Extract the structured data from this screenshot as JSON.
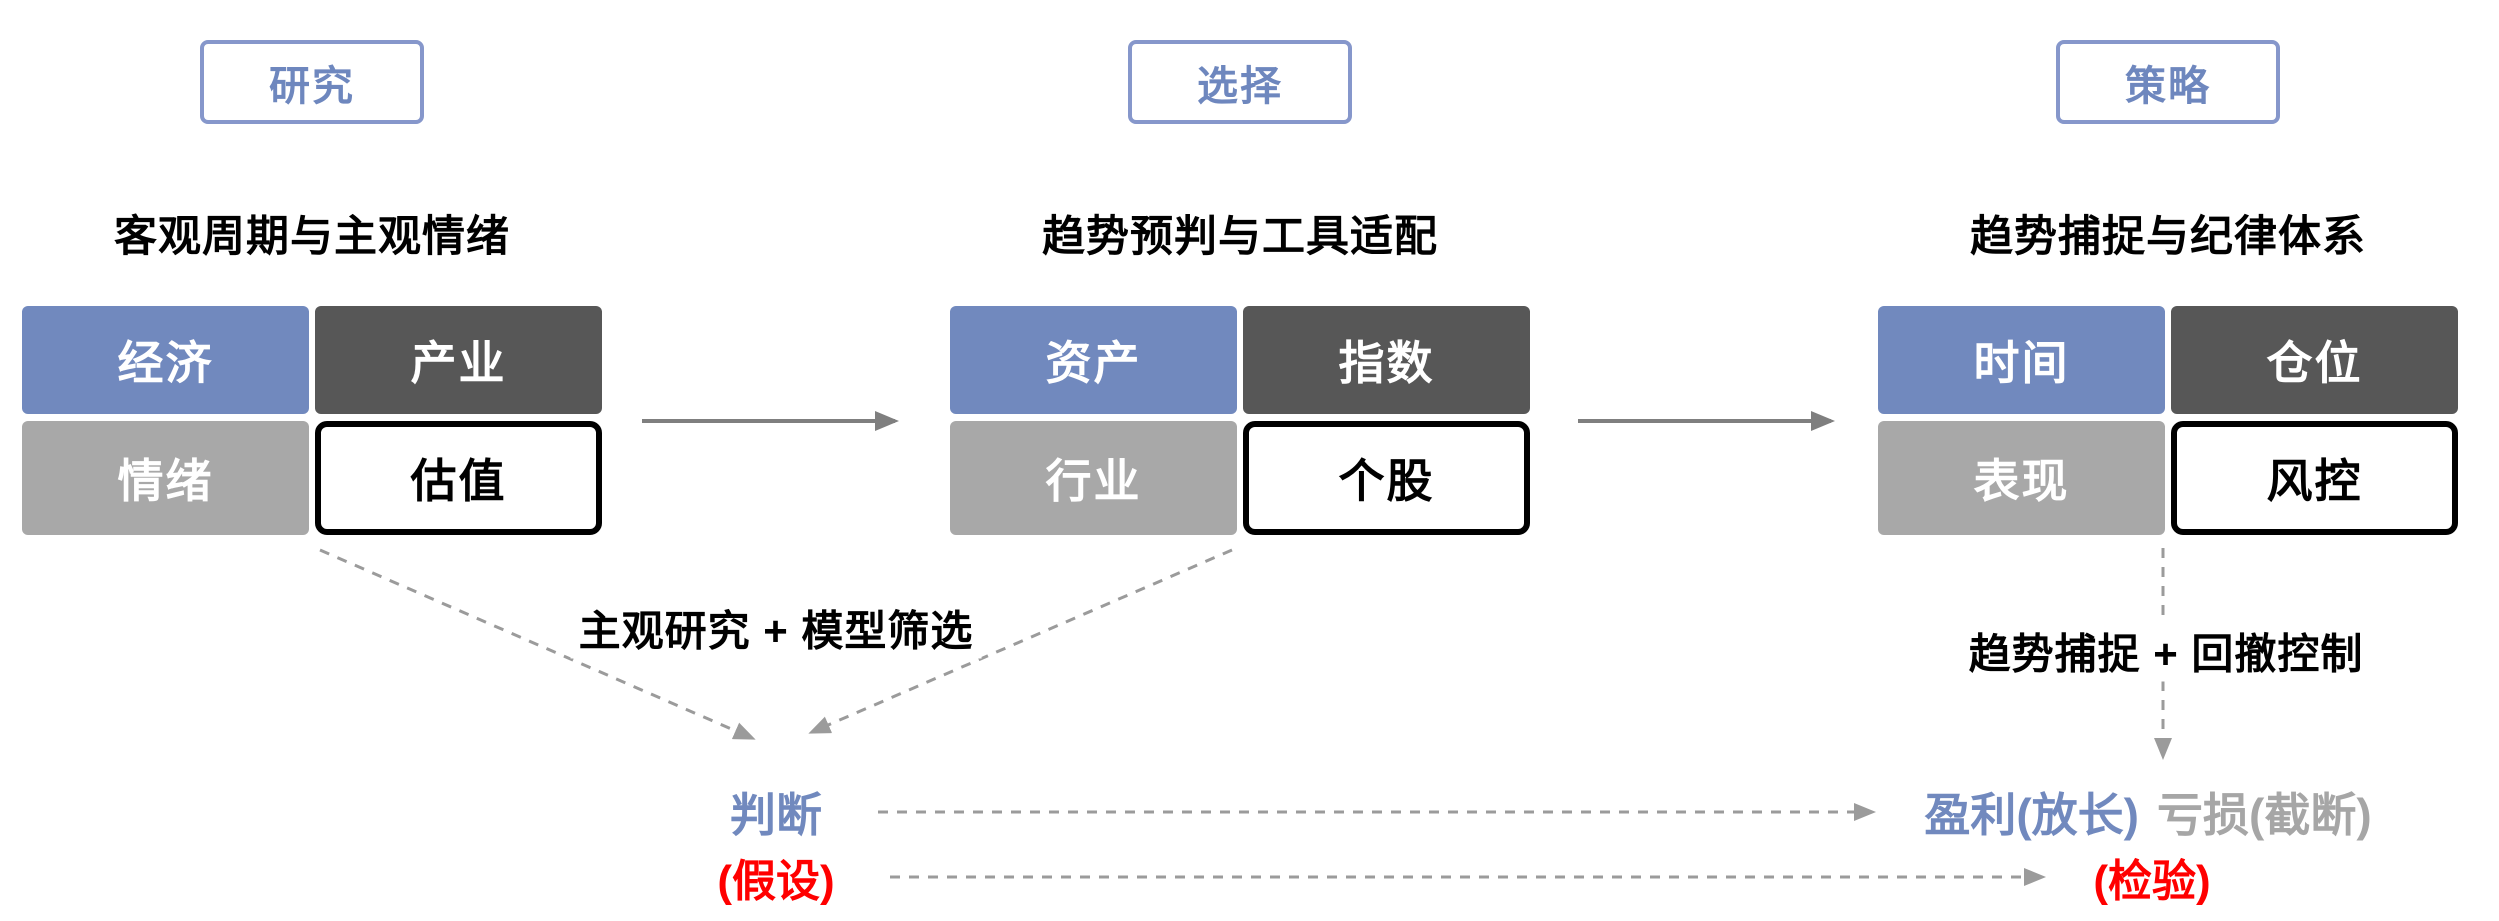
{
  "stages": [
    {
      "badge": "研究",
      "subtitle": "客观周期与主观情绪",
      "boxes": [
        {
          "label": "经济",
          "style": "blue"
        },
        {
          "label": "产业",
          "style": "dark"
        },
        {
          "label": "情绪",
          "style": "light"
        },
        {
          "label": "估值",
          "style": "outline"
        }
      ]
    },
    {
      "badge": "选择",
      "subtitle": "趋势预判与工具适配",
      "boxes": [
        {
          "label": "资产",
          "style": "blue"
        },
        {
          "label": "指数",
          "style": "dark"
        },
        {
          "label": "行业",
          "style": "light"
        },
        {
          "label": "个股",
          "style": "outline"
        }
      ]
    },
    {
      "badge": "策略",
      "subtitle": "趋势捕捉与纪律体系",
      "boxes": [
        {
          "label": "时间",
          "style": "blue"
        },
        {
          "label": "仓位",
          "style": "dark"
        },
        {
          "label": "表现",
          "style": "light"
        },
        {
          "label": "风控",
          "style": "outline"
        }
      ]
    }
  ],
  "annotations": {
    "research_method": "主观研究 + 模型筛选",
    "strategy_method": "趋势捕捉 + 回撤控制"
  },
  "outcome": {
    "judgement": "判断",
    "hypothesis": "(假设)",
    "profit": "盈利(放长)",
    "loss": "亏损(截断)",
    "verification": "(检验)"
  },
  "colors": {
    "blue_box": "#7189BE",
    "dark_box": "#575757",
    "light_box": "#A8A8A8",
    "outline_border": "#000000",
    "badge_border": "#8697CB",
    "badge_text": "#6E87BE",
    "accent_blue": "#7189BE",
    "accent_red": "#FF0000",
    "muted_gray": "#A6A6A6",
    "solid_arrow": "#7F7F7F",
    "dashed_arrow": "#9B9B9B"
  }
}
